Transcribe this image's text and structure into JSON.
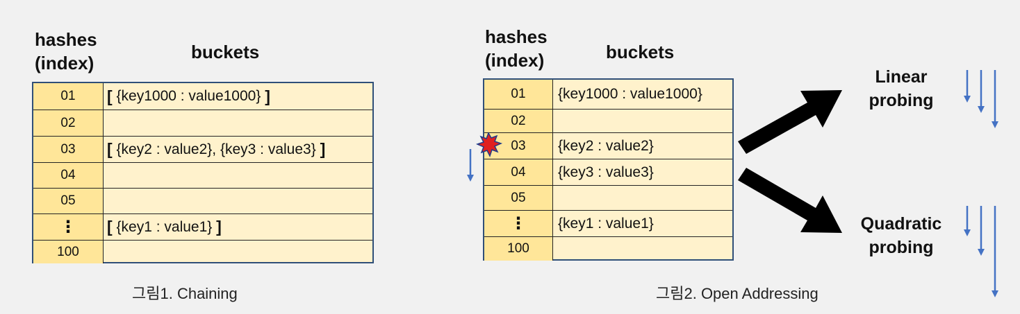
{
  "chaining": {
    "hashes_header": [
      "hashes",
      "(index)"
    ],
    "buckets_header": "buckets",
    "rows": [
      {
        "index": "01",
        "value": "{key1000 : value1000}"
      },
      {
        "index": "02",
        "value": ""
      },
      {
        "index": "03",
        "value": "{key2 : value2}, {key3 : value3}"
      },
      {
        "index": "04",
        "value": ""
      },
      {
        "index": "05",
        "value": ""
      },
      {
        "index": "⋮",
        "value": "{key1 : value1}"
      },
      {
        "index": "100",
        "value": ""
      }
    ],
    "bracket_open": "[",
    "bracket_close": "]",
    "caption": "그림1. Chaining"
  },
  "open_addressing": {
    "hashes_header": [
      "hashes",
      "(index)"
    ],
    "buckets_header": "buckets",
    "rows": [
      {
        "index": "01",
        "value": "{key1000 : value1000}"
      },
      {
        "index": "02",
        "value": ""
      },
      {
        "index": "03",
        "value": "{key2 : value2}"
      },
      {
        "index": "04",
        "value": "{key3 : value3}"
      },
      {
        "index": "05",
        "value": ""
      },
      {
        "index": "⋮",
        "value": "{key1 : value1}"
      },
      {
        "index": "100",
        "value": ""
      }
    ],
    "caption": "그림2. Open Addressing",
    "linear_probing": [
      "Linear",
      "probing"
    ],
    "quadratic_probing": [
      "Quadratic",
      "probing"
    ]
  },
  "colors": {
    "index_fill": "#ffe699",
    "bucket_fill": "#fff2cc",
    "table_border": "#2f4f78",
    "probe_arrow": "#4472c4",
    "collision": "#e02020"
  }
}
